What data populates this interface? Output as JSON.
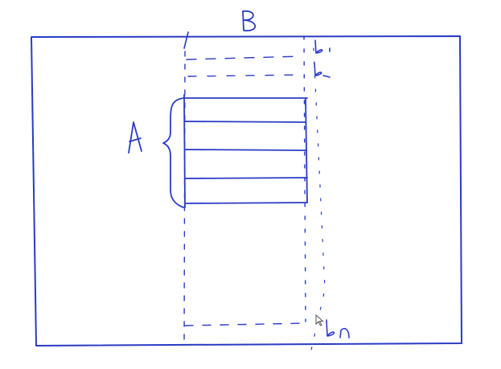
{
  "labels": {
    "b_label": "B",
    "a_label": "A",
    "b1_label": "b₁",
    "b2_label": "b₂",
    "bn_label": "bn"
  },
  "colors": {
    "ink": "#2a3bc4",
    "cursor_fill": "#ffffff",
    "cursor_stroke": "#555555"
  },
  "icons": {
    "cursor": "mouse-pointer-icon"
  }
}
